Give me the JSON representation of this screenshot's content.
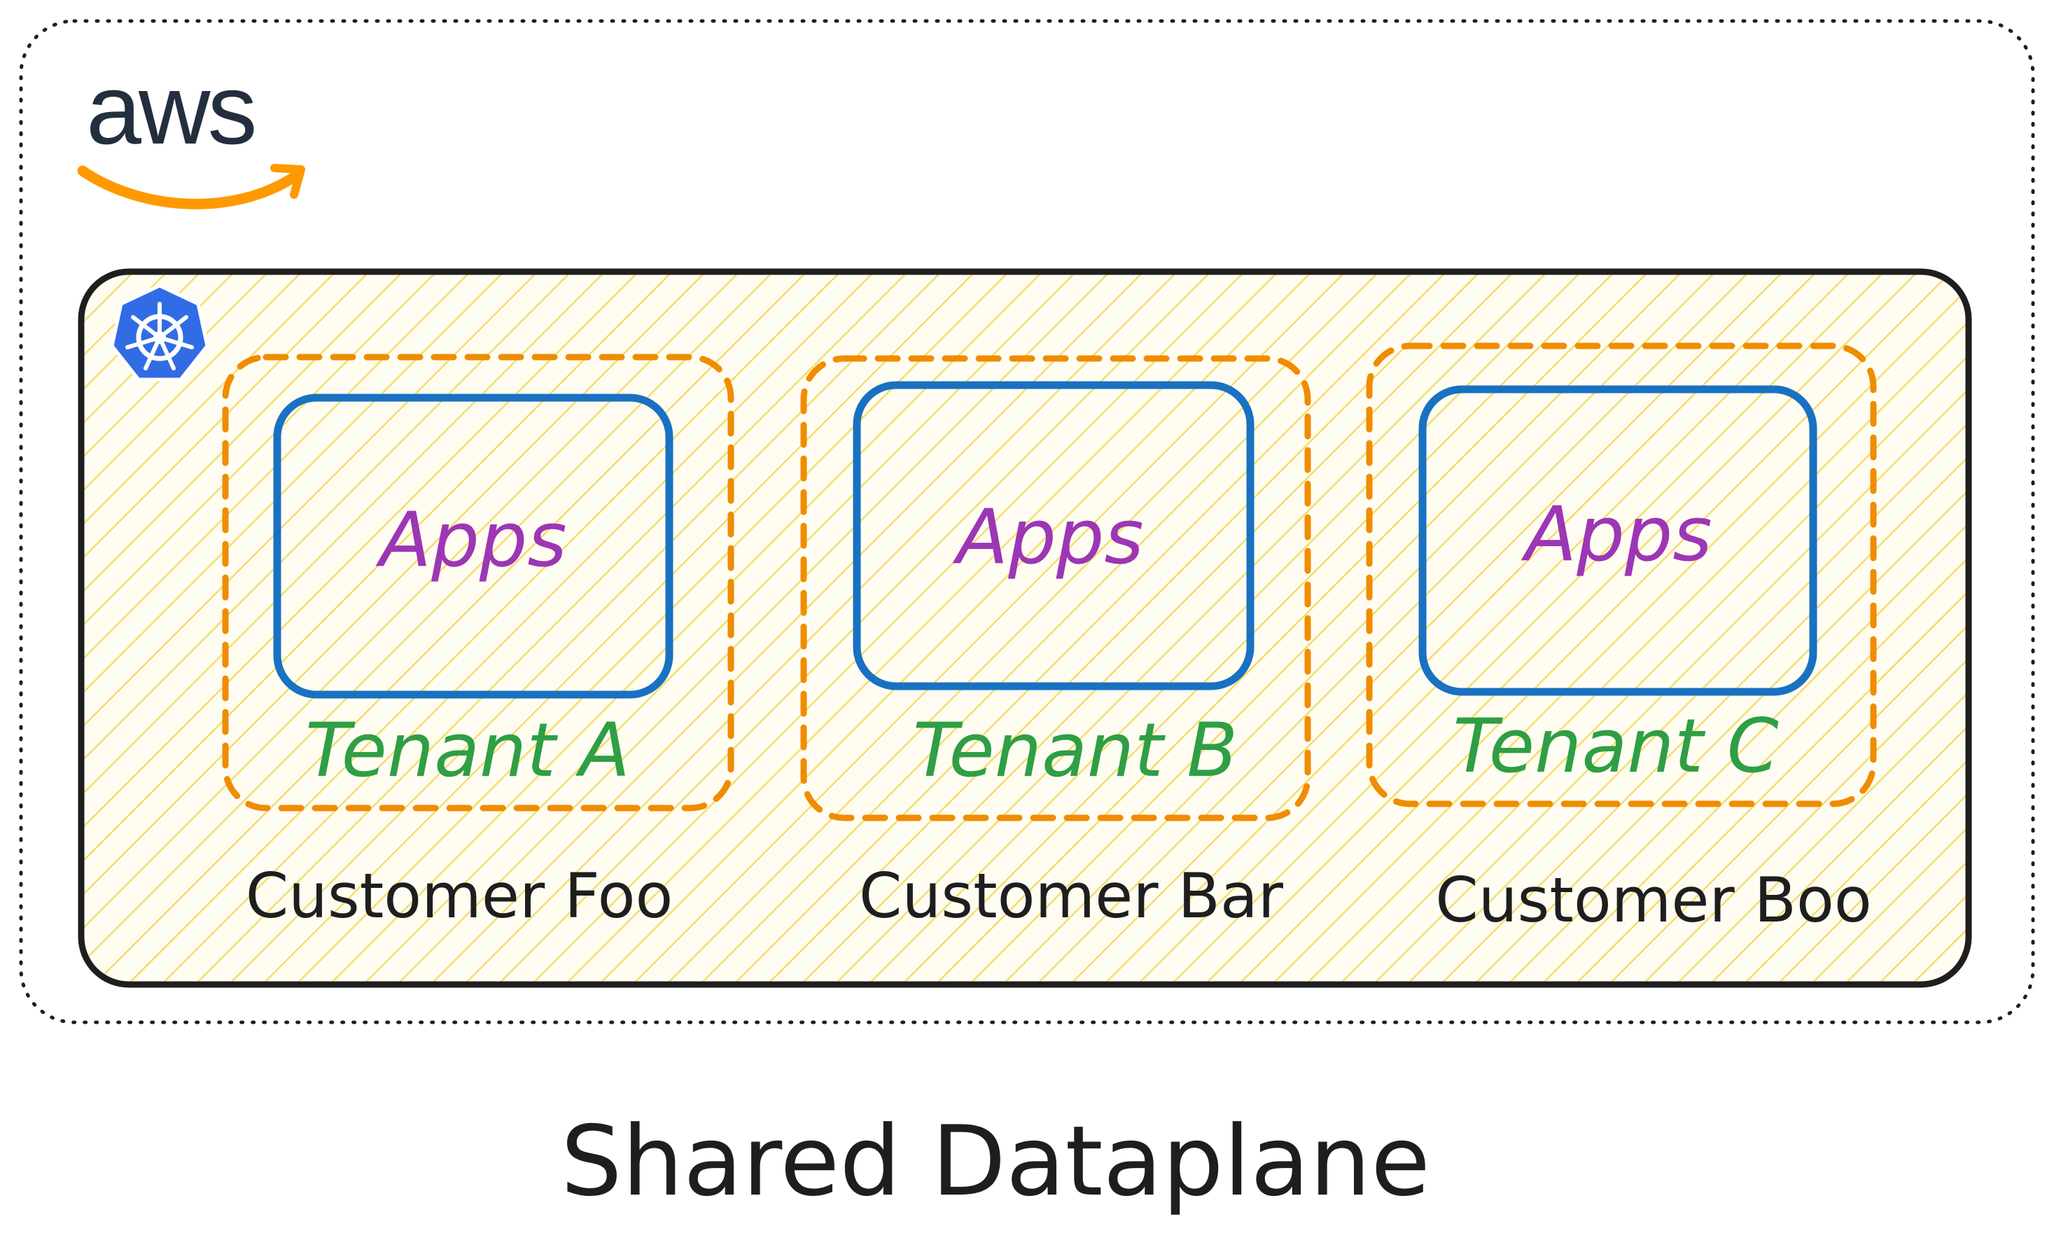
{
  "brand": {
    "aws_label": "aws",
    "aws_text_color": "#232f3e",
    "aws_smile_color": "#ff9900",
    "kubernetes_icon": "kubernetes-icon",
    "kubernetes_color": "#326ce5"
  },
  "cluster": {
    "fill_color": "#fff6d1",
    "hatch_color": "#f5dc6a",
    "border_color": "#1e1e1e"
  },
  "tenants": [
    {
      "apps_label": "Apps",
      "tenant_label": "Tenant A",
      "customer_label": "Customer Foo"
    },
    {
      "apps_label": "Apps",
      "tenant_label": "Tenant B",
      "customer_label": "Customer Bar"
    },
    {
      "apps_label": "Apps",
      "tenant_label": "Tenant C",
      "customer_label": "Customer Boo"
    }
  ],
  "colors": {
    "apps_text": "#9c36b5",
    "apps_border": "#1971c2",
    "tenant_text": "#2f9e44",
    "tenant_border": "#f08c00",
    "customer_text": "#1e1e1e"
  },
  "caption": "Shared Dataplane"
}
